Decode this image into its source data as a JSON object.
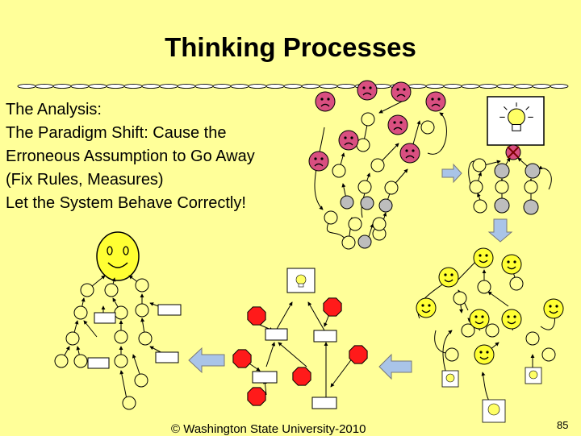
{
  "title": "Thinking Processes",
  "analysis": {
    "lines": [
      "The Analysis:",
      "The Paradigm Shift: Cause the",
      "Erroneous Assumption to Go Away",
      "(Fix Rules, Measures)",
      "Let the System Behave Correctly!"
    ]
  },
  "footer": "© Washington State University-2010",
  "page_number": "85",
  "colors": {
    "background": "#ffff99",
    "sad_face": "#d94f80",
    "happy_face": "#ffff33",
    "stop_sign": "#ff1a1a",
    "gray_node": "#bdbdbd",
    "bulb": "#ffff66",
    "arrow": "#a9c4e8"
  },
  "icons": [
    "sad-face-icon",
    "happy-face-icon",
    "light-bulb-icon",
    "stop-sign-icon",
    "red-x-icon",
    "block-arrow-icon"
  ]
}
